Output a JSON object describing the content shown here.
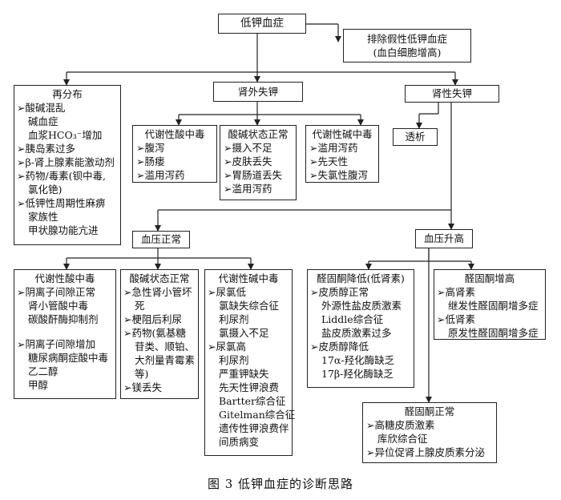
{
  "root": "低钾血症",
  "exclude": [
    "排除假性低钾血症",
    "(血白细胞增高)"
  ],
  "redistribution": {
    "title": "再分布",
    "items": [
      {
        "t": "➢酸碱混乱",
        "s": 0
      },
      {
        "t": "碱血症",
        "s": 1
      },
      {
        "t": "血浆HCO₃⁻增加",
        "s": 1
      },
      {
        "t": "➢胰岛素过多",
        "s": 0
      },
      {
        "t": "➢β-肾上腺素能激动剂",
        "s": 0
      },
      {
        "t": "➢药物/毒素(钡中毒,",
        "s": 0
      },
      {
        "t": "氯化铯)",
        "s": 1
      },
      {
        "t": "➢低钾性周期性麻痹",
        "s": 0
      },
      {
        "t": "家族性",
        "s": 1
      },
      {
        "t": "甲状腺功能亢进",
        "s": 1
      }
    ]
  },
  "extrarenal": "肾外失钾",
  "renal": "肾性失钾",
  "metabolic_acidosis_a": {
    "title": "代谢性酸中毒",
    "items": [
      "➢腹泻",
      "➢肠瘘",
      "➢滥用泻药"
    ]
  },
  "acid_base_normal_a": {
    "title": "酸碱状态正常",
    "items": [
      "➢摄入不足",
      "➢皮肤丢失",
      "➢胃肠道丢失",
      "➢滥用泻药"
    ]
  },
  "metabolic_alkalosis_a": {
    "title": "代谢性碱中毒",
    "items": [
      "➢滥用泻药",
      "➢先天性",
      "➢失氯性腹泻"
    ]
  },
  "dialysis": "透析",
  "bp_normal": "血压正常",
  "bp_high": "血压升高",
  "metabolic_acidosis_b": {
    "title": "代谢性酸中毒",
    "items": [
      {
        "t": "➢阴离子间隙正常",
        "s": 0
      },
      {
        "t": "肾小管酸中毒",
        "s": 1
      },
      {
        "t": "碳酸酐酶抑制剂",
        "s": 1
      },
      {
        "t": "",
        "s": 0
      },
      {
        "t": "➢阴离子间隙增加",
        "s": 0
      },
      {
        "t": "糖尿病酮症酸中毒",
        "s": 1
      },
      {
        "t": "乙二醇",
        "s": 1
      },
      {
        "t": "甲醇",
        "s": 1
      }
    ]
  },
  "acid_base_normal_b": {
    "title": "酸碱状态正常",
    "items": [
      {
        "t": "➢急性肾小管坏",
        "s": 0
      },
      {
        "t": "死",
        "s": 1
      },
      {
        "t": "➢梗阻后利尿",
        "s": 0
      },
      {
        "t": "➢药物(氨基糖",
        "s": 0
      },
      {
        "t": "苷类、顺铂、",
        "s": 1
      },
      {
        "t": "大剂量青霉素",
        "s": 1
      },
      {
        "t": "等)",
        "s": 1
      },
      {
        "t": "➢镁丢失",
        "s": 0
      }
    ]
  },
  "metabolic_alkalosis_b": {
    "title": "代谢性碱中毒",
    "items": [
      {
        "t": "➢尿氯低",
        "s": 0
      },
      {
        "t": "氯缺失综合征",
        "s": 1
      },
      {
        "t": "利尿剂",
        "s": 1
      },
      {
        "t": "氯摄入不足",
        "s": 1
      },
      {
        "t": "➢尿氯高",
        "s": 0
      },
      {
        "t": "利尿剂",
        "s": 1
      },
      {
        "t": "严重钾缺失",
        "s": 1
      },
      {
        "t": "先天性钾浪费",
        "s": 1
      },
      {
        "t": "Bartter综合征",
        "s": 1
      },
      {
        "t": "Gitelman综合征",
        "s": 1
      },
      {
        "t": "遗传性钾浪费伴",
        "s": 1
      },
      {
        "t": "间质病变",
        "s": 1
      }
    ]
  },
  "aldo_low": {
    "title": "醛固酮降低(低肾素)",
    "items": [
      {
        "t": "➢皮质醇正常",
        "s": 0
      },
      {
        "t": "外源性盐皮质激素",
        "s": 1
      },
      {
        "t": "Liddle综合征",
        "s": 1
      },
      {
        "t": "盐皮质激素过多",
        "s": 1
      },
      {
        "t": "➢皮质醇降低",
        "s": 0
      },
      {
        "t": "17α-羟化酶缺乏",
        "s": 1
      },
      {
        "t": "17β-羟化酶缺乏",
        "s": 1
      }
    ]
  },
  "aldo_high": {
    "title": "醛固酮增高",
    "items": [
      {
        "t": "➢高肾素",
        "s": 0
      },
      {
        "t": "继发性醛固酮增多症",
        "s": 1
      },
      {
        "t": "➢低肾素",
        "s": 0
      },
      {
        "t": "原发性醛固酮增多症",
        "s": 1
      }
    ]
  },
  "aldo_normal": {
    "title": "醛固酮正常",
    "items": [
      {
        "t": "➢高糖皮质激素",
        "s": 0
      },
      {
        "t": "库欣综合征",
        "s": 1
      },
      {
        "t": "➢异位促肾上腺皮质素分泌",
        "s": 0
      }
    ]
  },
  "caption": "图 3  低钾血症的诊断思路"
}
